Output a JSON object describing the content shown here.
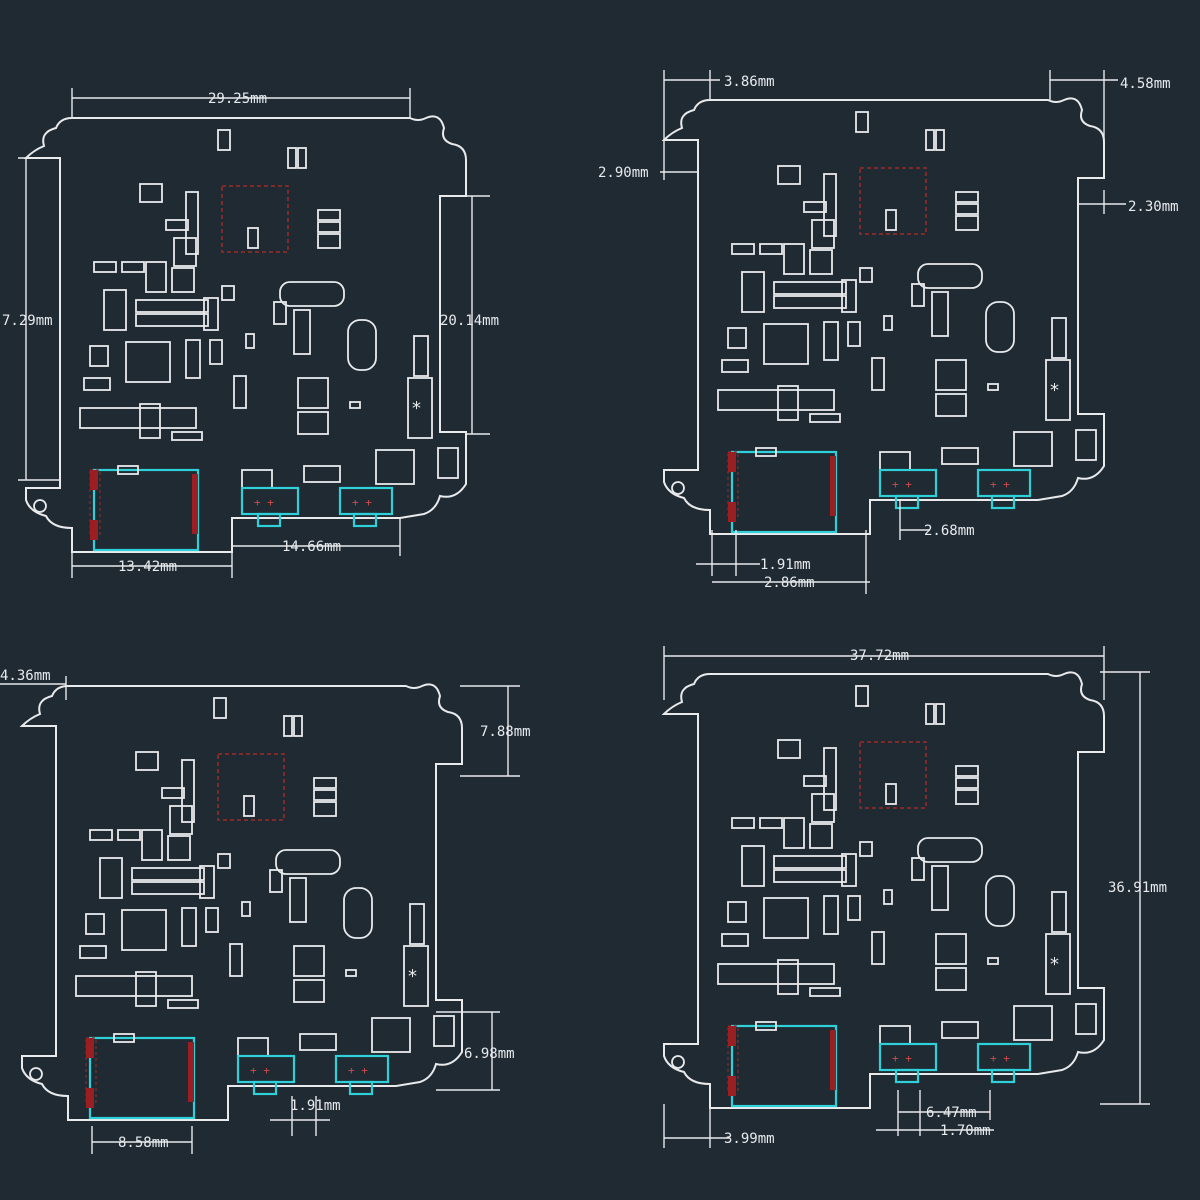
{
  "diagram": {
    "colors": {
      "background": "#1f2a33",
      "outline": "#e8eaec",
      "connector": "#2fd0d8",
      "pad": "#9a1e22"
    },
    "panels": [
      {
        "id": "top-left",
        "dims": [
          "29.25mm",
          "7.29mm",
          "20.14mm",
          "13.42mm",
          "14.66mm"
        ]
      },
      {
        "id": "top-right",
        "dims": [
          "3.86mm",
          "4.58mm",
          "2.90mm",
          "2.30mm",
          "2.68mm",
          "1.91mm",
          "2.86mm"
        ]
      },
      {
        "id": "bottom-left",
        "dims": [
          "4.36mm",
          "7.88mm",
          "6.98mm",
          "1.91mm",
          "8.58mm"
        ]
      },
      {
        "id": "bottom-right",
        "dims": [
          "37.72mm",
          "36.91mm",
          "6.47mm",
          "1.70mm",
          "3.99mm"
        ]
      }
    ]
  }
}
